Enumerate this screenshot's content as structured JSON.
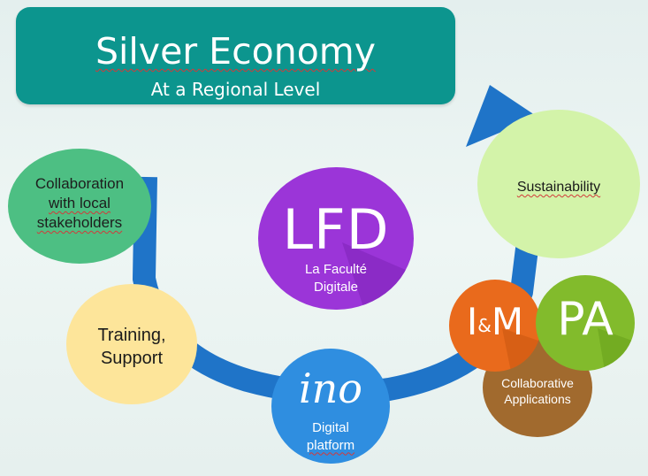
{
  "banner": {
    "title": "Silver Economy",
    "subtitle": "At a Regional Level"
  },
  "nodes": {
    "collaboration": {
      "line1": "Collaboration",
      "line2": "with local",
      "line3": "stakeholders"
    },
    "training": {
      "line1": "Training,",
      "line2": "Support"
    },
    "lfd": {
      "logo": "LFD",
      "line1": "La Faculté",
      "line2": "Digitale"
    },
    "ino": {
      "logo": "ino",
      "line1": "Digital",
      "line2": "platform"
    },
    "sustainability": {
      "label": "Sustainability"
    },
    "collaborative_apps": {
      "line1": "Collaborative",
      "line2": "Applications"
    },
    "im": {
      "letter1": "I",
      "amp": "&",
      "letter2": "M"
    },
    "pa": {
      "logo": "PA"
    }
  },
  "colors": {
    "banner": "#0c958e",
    "arrow": "#1f74c8",
    "collaboration": "#4dbf83",
    "training": "#fde59a",
    "lfd": "#9b35d8",
    "ino": "#2f8ee0",
    "sustainability": "#d3f3a9",
    "collaborative_apps": "#a16a2e",
    "im": "#e96a1c",
    "pa": "#82bb2c"
  }
}
